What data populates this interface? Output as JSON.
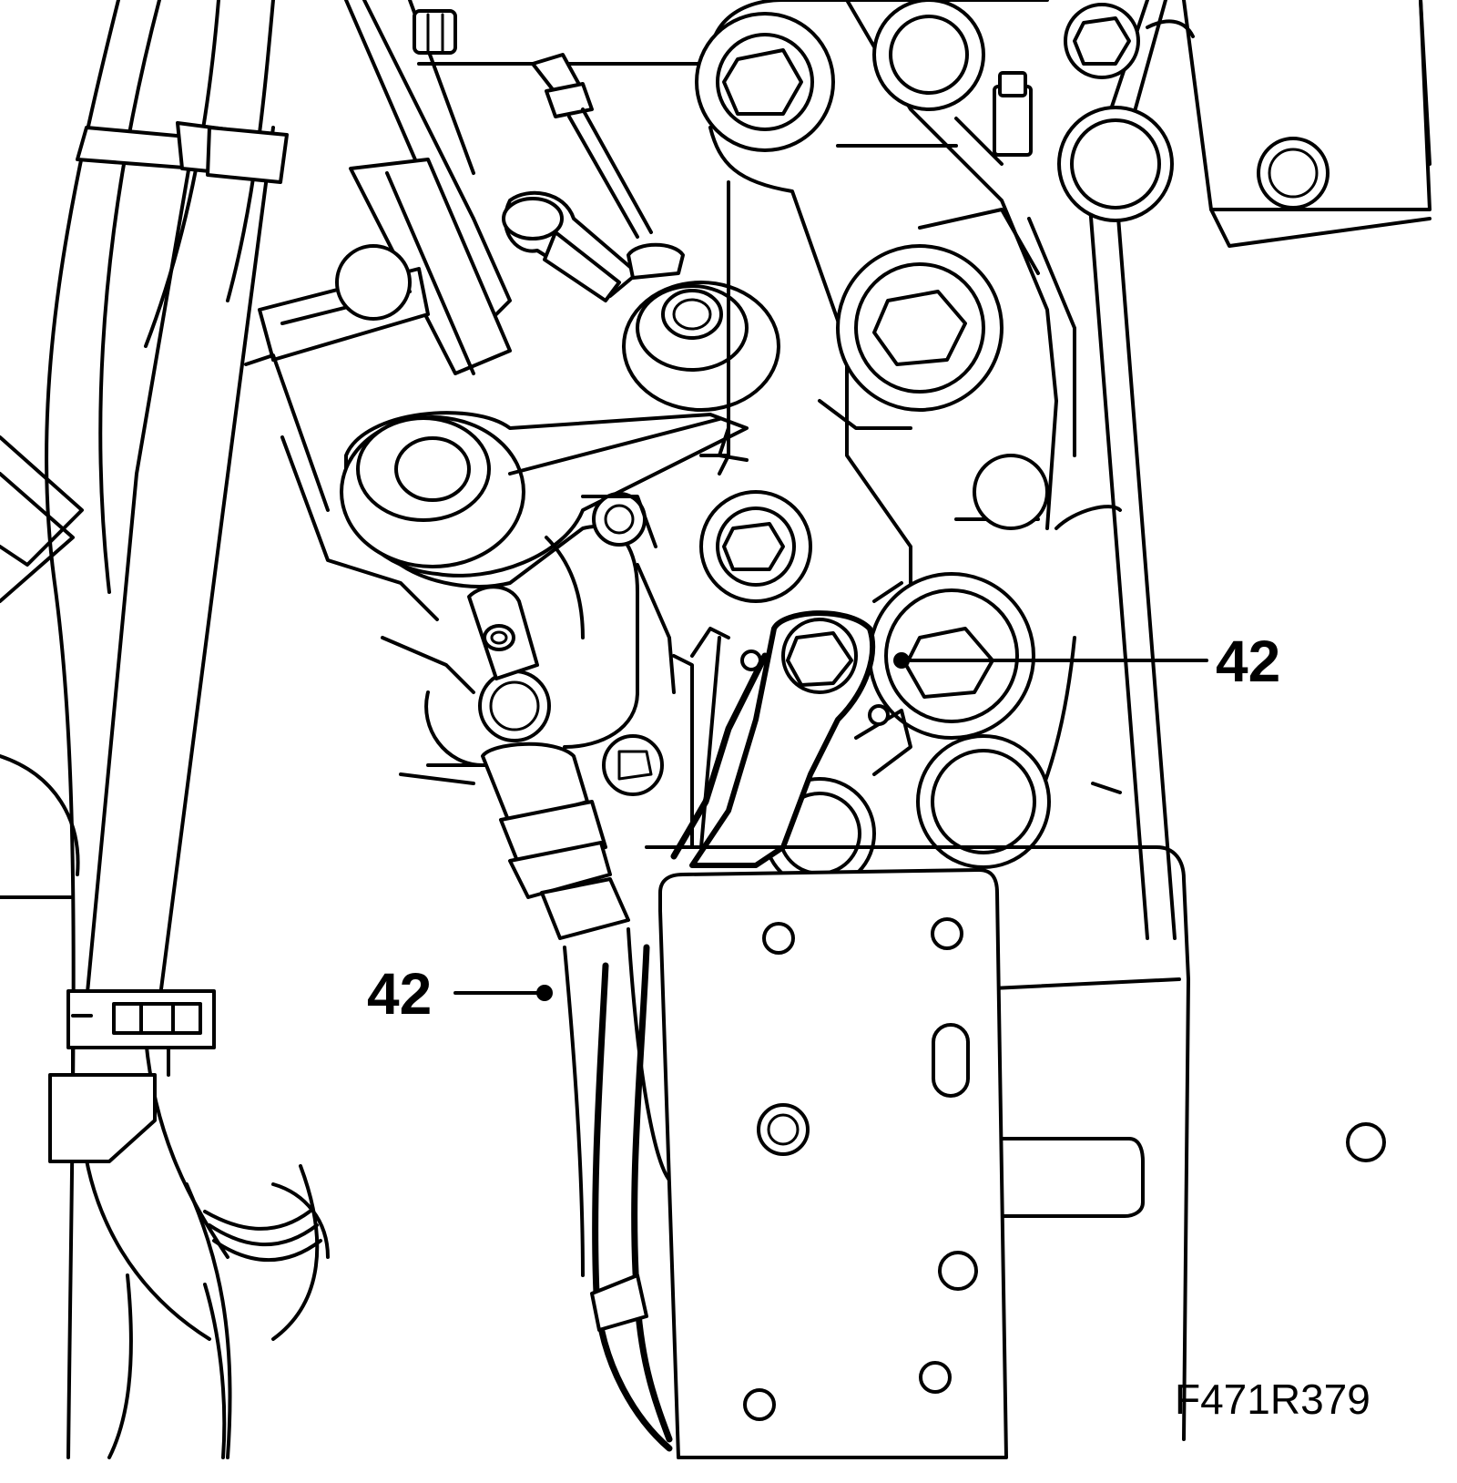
{
  "callouts": [
    {
      "label": "42",
      "target": "ground-cable-bolt-upper"
    },
    {
      "label": "42",
      "target": "ground-cable-connector-lower"
    }
  ],
  "figure_id": "F471R379",
  "colors": {
    "line": "#000000",
    "background": "#ffffff"
  }
}
